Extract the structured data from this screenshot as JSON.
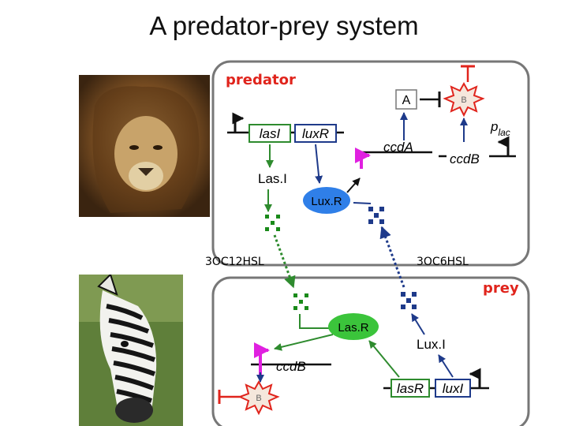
{
  "title": "A predator-prey system",
  "predator_cell": {
    "label": "predator",
    "genes": {
      "lasI": "lasI",
      "luxR": "luxR",
      "ccdA": "ccdA",
      "ccdB": "ccdB"
    },
    "proteins": {
      "LasI": "Las.I",
      "LuxR": "Lux.R",
      "A": "A",
      "B": "B"
    },
    "promoter_label": "p",
    "promoter_sub": "lac"
  },
  "signals": {
    "predator_signal": "3OC12HSL",
    "prey_signal": "3OC6HSL"
  },
  "prey_cell": {
    "label": "prey",
    "genes": {
      "ccdB": "ccdB",
      "lasR": "lasR",
      "luxI": "luxI"
    },
    "proteins": {
      "LasR": "Las.R",
      "LuxI": "Lux.I",
      "B": "B"
    }
  },
  "colors": {
    "cell_border": "#777777",
    "activation_green": "#2e8b2e",
    "repression_red": "#e0241c",
    "promoter_magenta": "#e020e0",
    "lux_blue": "#1e3a8a",
    "luxR_oval": "#2f7fe8",
    "lasR_oval": "#3bc43b",
    "signal_dots": "#1a8a1a",
    "toxin_fill": "#f5e7dc"
  },
  "images": {
    "predator_photo": "lion",
    "prey_photo": "zebra"
  }
}
